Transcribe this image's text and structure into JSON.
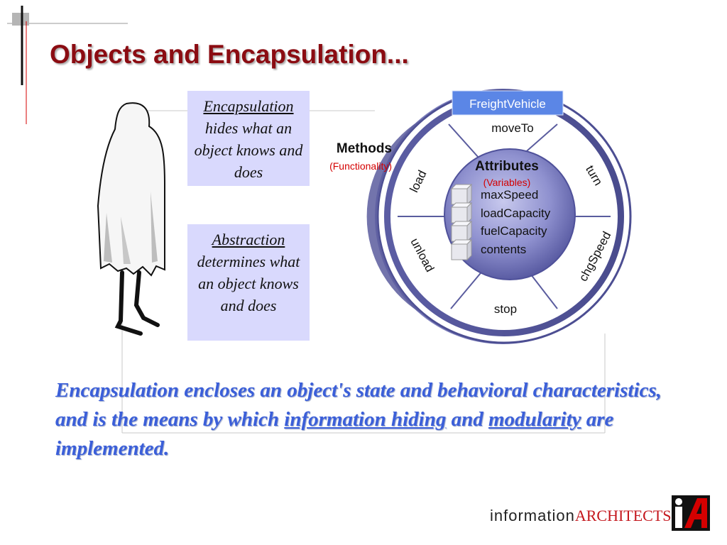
{
  "title": "Objects and Encapsulation...",
  "callouts": {
    "encapsulation": {
      "term": "Encapsulation",
      "rest": "hides what an object knows and does"
    },
    "abstraction": {
      "term": "Abstraction",
      "rest": "determines what an object knows and does"
    }
  },
  "diagram": {
    "object_name": "FreightVehicle",
    "methods_label": "Methods",
    "methods_sub": "(Functionality)",
    "attributes_label": "Attributes",
    "attributes_sub": "(Variables)",
    "attributes": [
      "maxSpeed",
      "loadCapacity",
      "fuelCapacity",
      "contents"
    ],
    "methods": [
      "moveTo",
      "turn",
      "chgSpeed",
      "stop",
      "unload",
      "load"
    ]
  },
  "bottom_text": {
    "part1": "Encapsulation encloses an object's state and behavioral characteristics, and is the means by which ",
    "link1": "information hiding",
    "part2": " and ",
    "link2": "modularity",
    "part3": " are implemented."
  },
  "logo": {
    "word1": "information",
    "word2": "ARCHITECTS"
  },
  "colors": {
    "title": "#8b0c12",
    "callout_bg": "#d9d9fd",
    "ring": "#5a5c9e",
    "freight_label_bg": "#5b86e6",
    "sub_label_red": "#d40000",
    "bottom_text": "#3b5fd9",
    "logo_red": "#c4161c"
  }
}
